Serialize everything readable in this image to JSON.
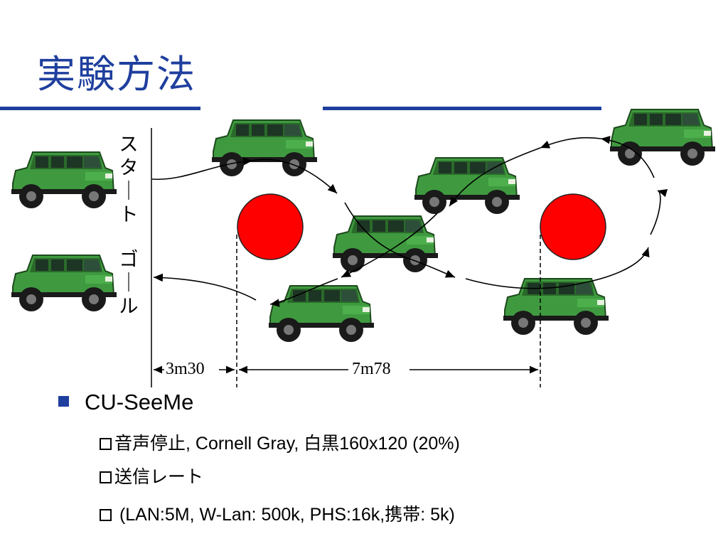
{
  "slide": {
    "title": "実験方法"
  },
  "diagram": {
    "start_label": "スタート",
    "goal_label": "ゴール",
    "dimension_1": "3m30",
    "dimension_2": "7m78",
    "colors": {
      "car_body": "#3f9a3f",
      "pylon": "#ff0000",
      "title_blue": "#1f3f9e"
    }
  },
  "bullets": {
    "main": "CU-SeeMe",
    "sub": [
      "音声停止, Cornell Gray, 白黒160x120 (20%)",
      "送信レート",
      " (LAN:5M, W-Lan: 500k, PHS:16k,携帯: 5k)"
    ]
  }
}
